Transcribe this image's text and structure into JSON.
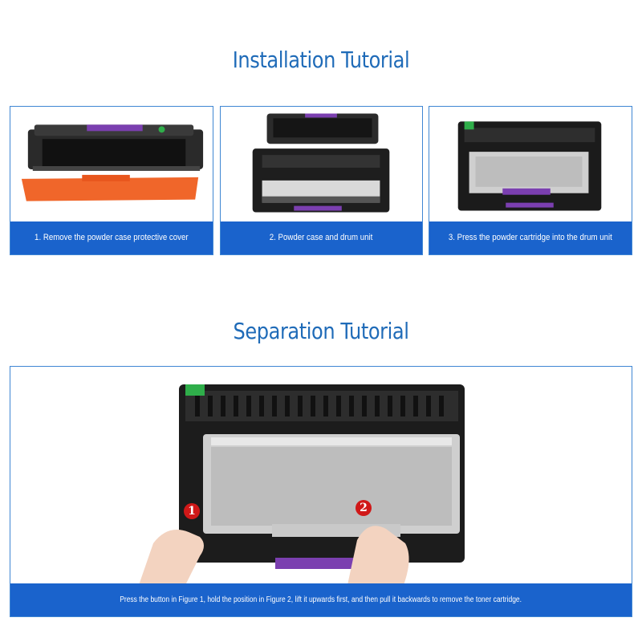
{
  "installation": {
    "title": "Installation Tutorial",
    "steps": [
      {
        "caption": "1. Remove the powder case protective cover"
      },
      {
        "caption": "2. Powder case and drum unit"
      },
      {
        "caption": "3. Press the powder cartridge into the drum unit"
      }
    ]
  },
  "separation": {
    "title": "Separation Tutorial",
    "marker_1": "1",
    "marker_2": "2",
    "caption": "Press the button in Figure 1, hold the position in Figure 2, lift it upwards first, and then pull it backwards to remove the toner cartridge."
  },
  "colors": {
    "accent": "#1a63cc",
    "title": "#1f6bb8",
    "marker": "#d01818"
  }
}
